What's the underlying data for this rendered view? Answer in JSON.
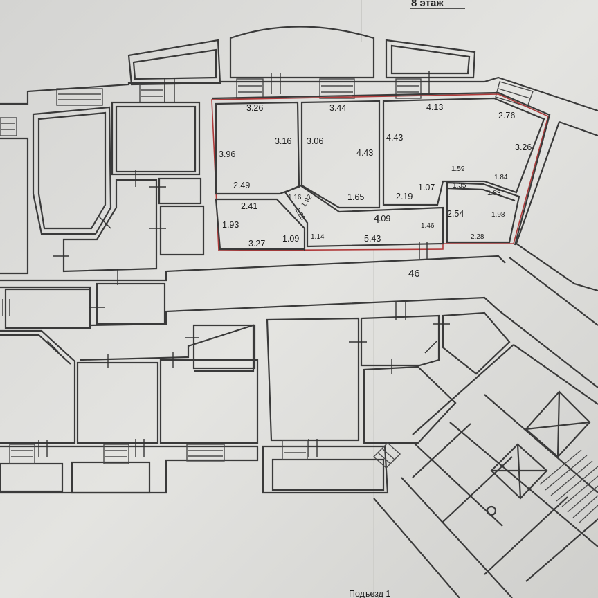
{
  "header": {
    "floor_label": "8 этаж"
  },
  "footer": {
    "entrance_label": "Подъезд 1"
  },
  "plan": {
    "apartment_number": "46",
    "highlight_color": "#b03a3a",
    "dimensions": {
      "d_3_26_a": "3.26",
      "d_3_44": "3.44",
      "d_4_13": "4.13",
      "d_2_76": "2.76",
      "d_3_96": "3.96",
      "d_3_16": "3.16",
      "d_3_06": "3.06",
      "d_4_43_a": "4.43",
      "d_4_43_b": "4.43",
      "d_3_26_b": "3.26",
      "d_2_49": "2.49",
      "d_1_59": "1.59",
      "d_1_84": "1.84",
      "d_1_16": "1.16",
      "d_1_92": "1.92",
      "d_1_65": "1.65",
      "d_2_19": "2.19",
      "d_1_07": "1.07",
      "d_1_35": "1.35",
      "d_1_83": "1.83",
      "d_2_41": "2.41",
      "d_1_20": "1.20",
      "d_4_09": "4.09",
      "d_2_54": "2.54",
      "d_1_98": "1.98",
      "d_1_93": "1.93",
      "d_1_46": "1.46",
      "d_3_27": "3.27",
      "d_1_09": "1.09",
      "d_1_14": "1.14",
      "d_5_43": "5.43",
      "d_2_28": "2.28"
    }
  }
}
